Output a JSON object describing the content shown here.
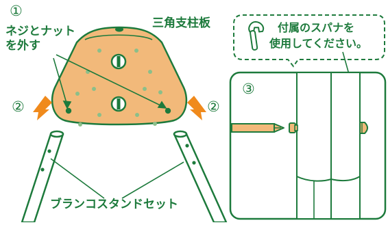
{
  "steps": {
    "one": "①",
    "two": "②",
    "three": "③"
  },
  "labels": {
    "remove_line1": "ネジとナット",
    "remove_line2": "を外す",
    "plate": "三角支柱板",
    "wrench_line1": "付属のスパナを",
    "wrench_line2": "使用してください。",
    "stand": "ブランコスタンドセット"
  },
  "icons": {
    "wrench": "wrench-icon"
  },
  "colors": {
    "green": "#1d7a3c",
    "plate_fill": "#f2b97a",
    "arrow": "#f08a1c",
    "dot": "#8bbf8a"
  }
}
